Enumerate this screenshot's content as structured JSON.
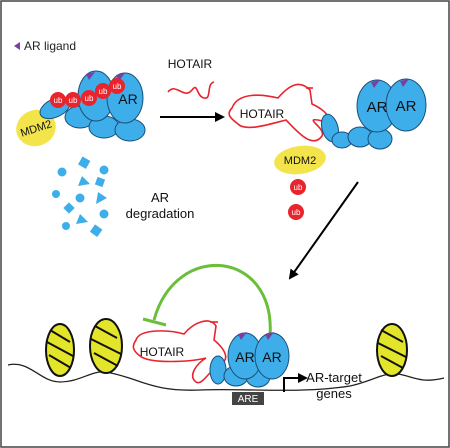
{
  "legend": {
    "ligand_label": "AR ligand"
  },
  "panel_top_left": {
    "ar_label": "AR",
    "ub_label": "ub",
    "mdm2_label": "MDM2",
    "degradation_line1": "AR",
    "degradation_line2": "degradation"
  },
  "step1": {
    "hotair_label": "HOTAIR"
  },
  "panel_top_right": {
    "hotair_label": "HOTAIR",
    "ar_left": "AR",
    "ar_right": "AR",
    "mdm2_label": "MDM2",
    "ub_label": "ub"
  },
  "panel_bottom": {
    "hotair_label": "HOTAIR",
    "ar_left": "AR",
    "ar_right": "AR",
    "are_label": "ARE",
    "target_line1": "AR-target",
    "target_line2": "genes"
  },
  "colors": {
    "ar_blue": "#3daee9",
    "mdm2_yellow": "#f2e44a",
    "ub_red": "#e8242c",
    "hotair_red": "#e8242c",
    "feedback_green": "#6abf3a",
    "ligand_purple": "#7b3fa0",
    "nucleosome_yellow": "#e3e52a"
  }
}
